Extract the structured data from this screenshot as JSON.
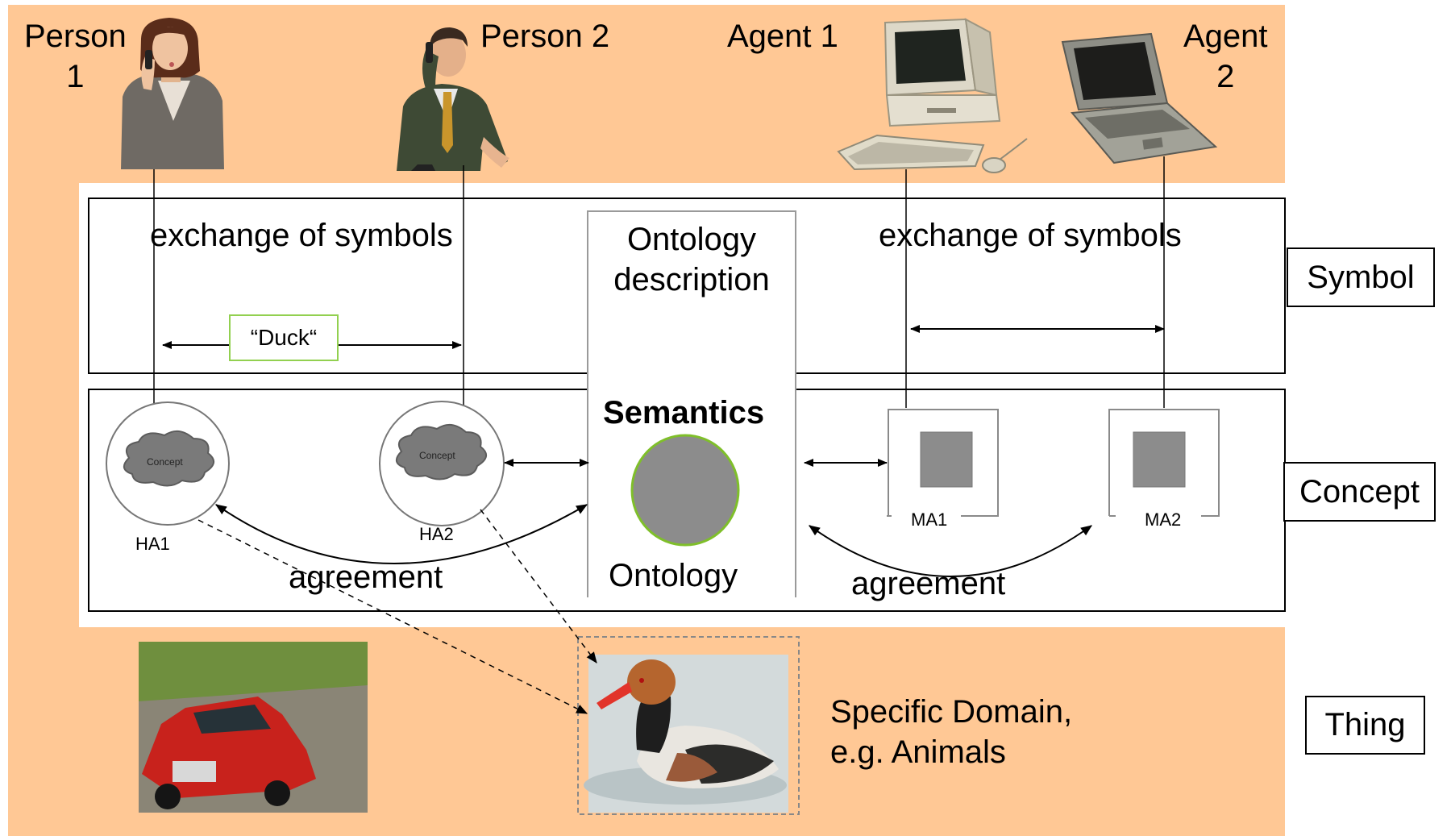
{
  "actors": {
    "person1": "Person\n1",
    "person2": "Person 2",
    "agent1": "Agent 1",
    "agent2": "Agent\n2"
  },
  "symbol_layer": {
    "exchange_left": "exchange of symbols",
    "exchange_right": "exchange of symbols",
    "duck_word": "“Duck“"
  },
  "ontology": {
    "description": "Ontology\ndescription",
    "semantics": "Semantics",
    "ontology": "Ontology"
  },
  "concept_layer": {
    "concept_text": "Concept",
    "ha1": "HA1",
    "ha2": "HA2",
    "ma1": "MA1",
    "ma2": "MA2",
    "agreement_left": "agreement",
    "agreement_right": "agreement"
  },
  "thing_layer": {
    "domain": "Specific Domain,\ne.g. Animals"
  },
  "side_labels": {
    "symbol": "Symbol",
    "concept": "Concept",
    "thing": "Thing"
  },
  "colors": {
    "peach": "#FFC895",
    "duck_box_border": "#92D050",
    "semantics_circle": "#8C8C8C",
    "semantics_outline": "#7FBF2A"
  },
  "icons": [
    "woman-phone-icon",
    "man-phone-icon",
    "desktop-computer-icon",
    "laptop-icon",
    "car-photo",
    "duck-photo",
    "cloud-icon"
  ]
}
